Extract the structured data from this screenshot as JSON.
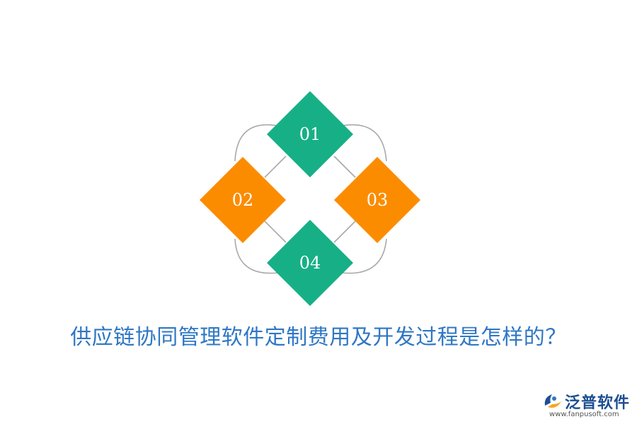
{
  "diagram": {
    "items": [
      {
        "label": "01",
        "color": "#17b086"
      },
      {
        "label": "02",
        "color": "#fb8c00"
      },
      {
        "label": "03",
        "color": "#fb8c00"
      },
      {
        "label": "04",
        "color": "#17b086"
      }
    ],
    "connector_color": "#a8a8a8"
  },
  "title": "供应链协同管理软件定制费用及开发过程是怎样的？",
  "title_color": "#2f77c4",
  "logo": {
    "name": "泛普软件",
    "url": "www.fanpusoft.com",
    "name_color": "#1d4f91",
    "accent_color": "#f5a623"
  }
}
